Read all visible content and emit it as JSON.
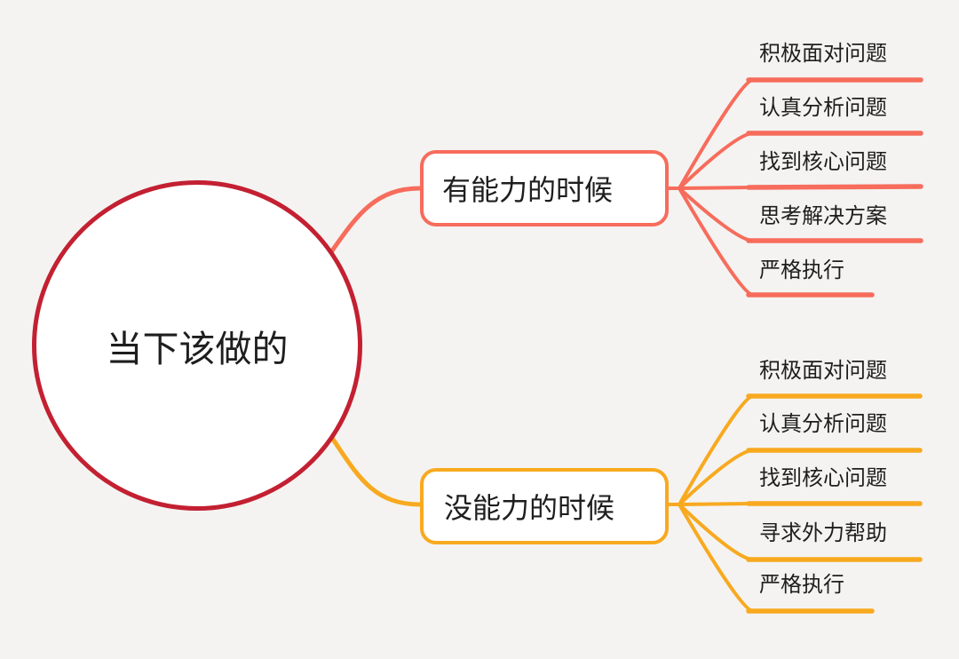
{
  "root": {
    "label": "当下该做的"
  },
  "branches": [
    {
      "label": "有能力的时候",
      "color": "#F76C5C",
      "children": [
        {
          "label": "积极面对问题"
        },
        {
          "label": "认真分析问题"
        },
        {
          "label": "找到核心问题"
        },
        {
          "label": "思考解决方案"
        },
        {
          "label": "严格执行"
        }
      ]
    },
    {
      "label": "没能力的时候",
      "color": "#F8A91F",
      "children": [
        {
          "label": "积极面对问题"
        },
        {
          "label": "认真分析问题"
        },
        {
          "label": "找到核心问题"
        },
        {
          "label": "寻求外力帮助"
        },
        {
          "label": "严格执行"
        }
      ]
    }
  ],
  "colors": {
    "background": "#F4F3F1",
    "root_border": "#C32032",
    "node_fill": "#FFFFFF",
    "branch1_accent": "#F76C5C",
    "branch2_accent": "#F8A91F",
    "text": "#1E1E1E"
  }
}
